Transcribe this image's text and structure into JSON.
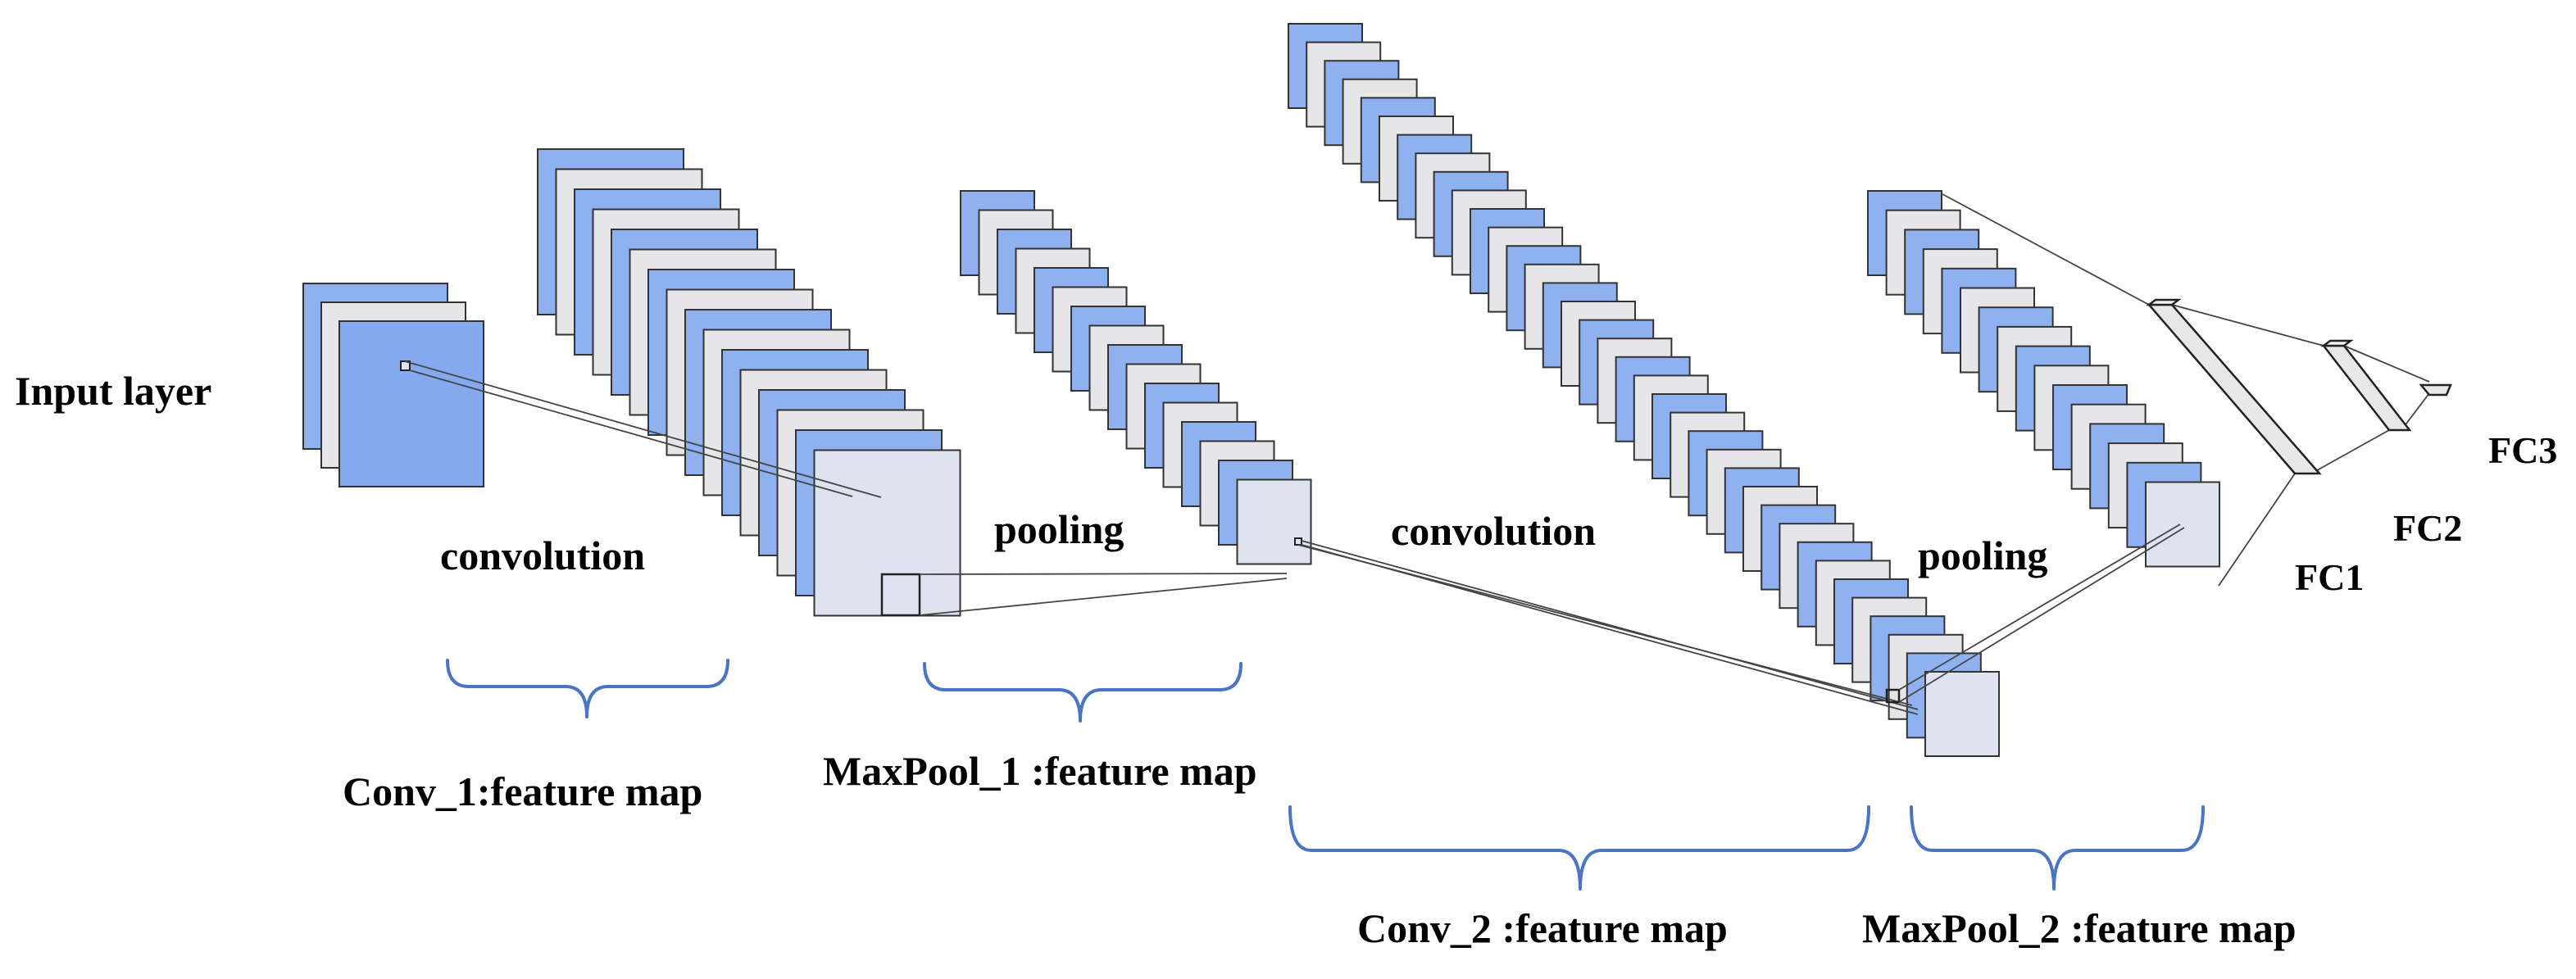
{
  "labels": {
    "input_layer": "Input layer",
    "convolution_1": "convolution",
    "pooling_1": "pooling",
    "convolution_2": "convolution",
    "pooling_2": "pooling",
    "conv1_feature_map": "Conv_1:feature map",
    "maxpool1_feature_map": "MaxPool_1 :feature map",
    "conv2_feature_map": "Conv_2 :feature map",
    "maxpool2_feature_map": "MaxPool_2 :feature map",
    "fc1": "FC1",
    "fc2": "FC2",
    "fc3": "FC3"
  },
  "layers": {
    "input": {
      "maps": 3
    },
    "conv1": {
      "maps": 16
    },
    "maxpool1": {
      "maps": 16
    },
    "conv2": {
      "maps": 36
    },
    "maxpool2": {
      "maps": 16
    }
  },
  "colors": {
    "map_blue": "#8fb1f0",
    "map_blue_dark": "#85a9ee",
    "map_white": "#e6e6e9",
    "map_front": "#dde4ef",
    "map_stroke": "#333333",
    "bracket": "#4a74c4",
    "connector": "#444444",
    "fc_fill": "#e8e8e8"
  }
}
